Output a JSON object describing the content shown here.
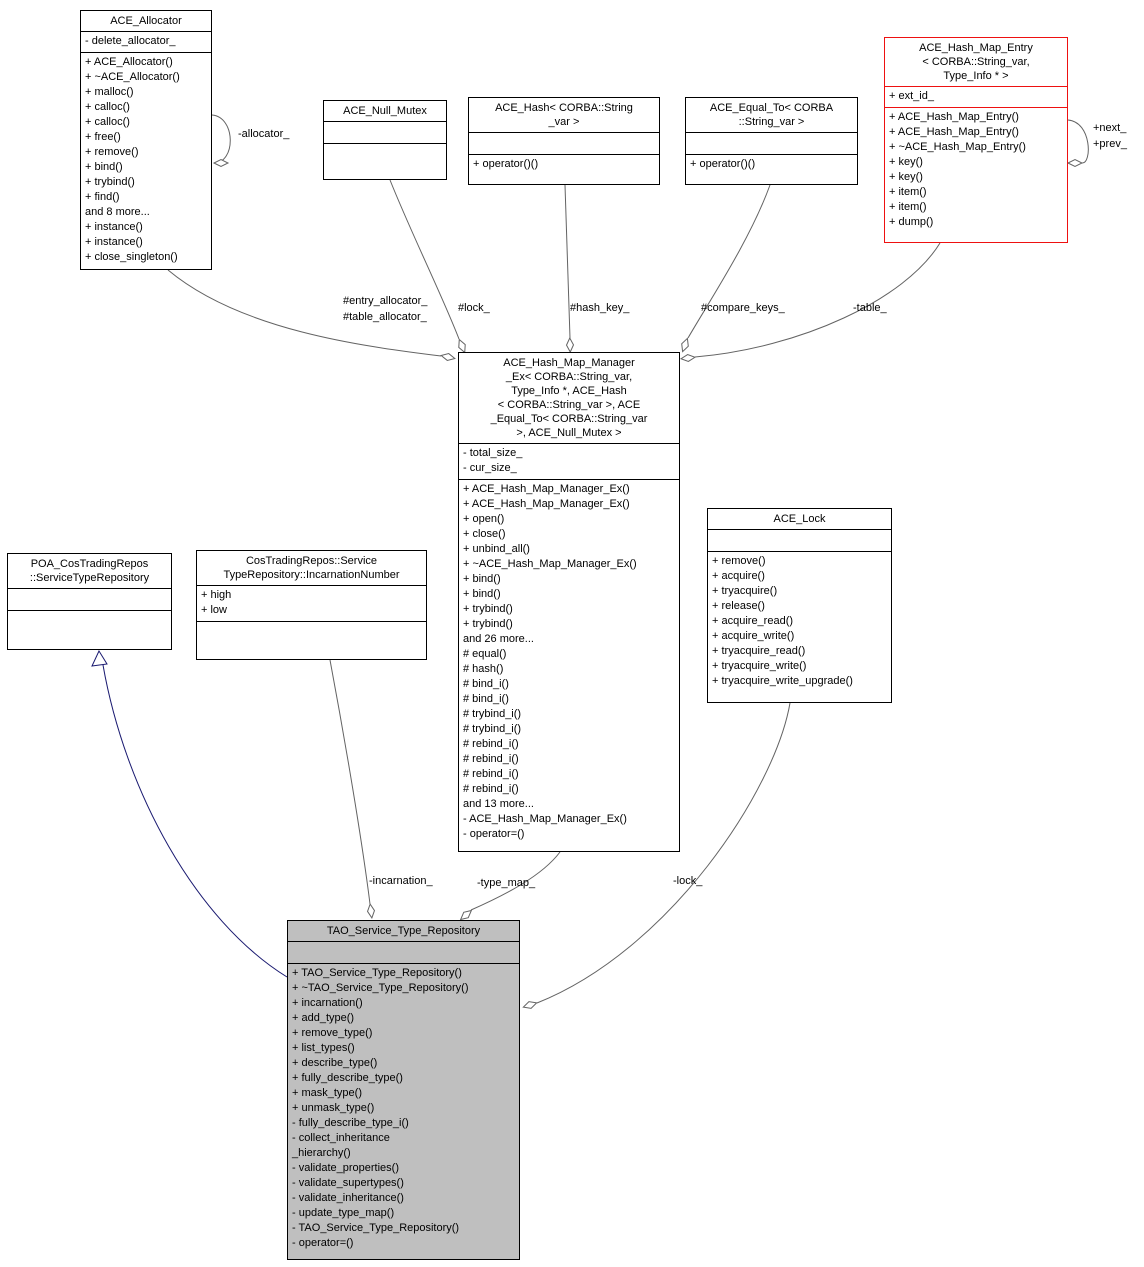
{
  "diagram": {
    "colors": {
      "node_border": "#000000",
      "highlight_node_border": "#ee1111",
      "focus_node_fill": "#bfbfbf",
      "edge": "#636363",
      "inheritance_edge": "#191970"
    },
    "classes": {
      "ace_allocator": {
        "title": "ACE_Allocator",
        "attributes": [
          "- delete_allocator_"
        ],
        "methods": [
          "+ ACE_Allocator()",
          "+ ~ACE_Allocator()",
          "+ malloc()",
          "+ calloc()",
          "+ calloc()",
          "+ free()",
          "+ remove()",
          "+ bind()",
          "+ trybind()",
          "+ find()",
          "and 8 more...",
          "+ instance()",
          "+ instance()",
          "+ close_singleton()"
        ]
      },
      "ace_null_mutex": {
        "title": "ACE_Null_Mutex",
        "attributes": [],
        "methods": []
      },
      "ace_hash": {
        "title": "ACE_Hash< CORBA::String\n_var >",
        "attributes": [],
        "methods": [
          "+ operator()()"
        ]
      },
      "ace_equal_to": {
        "title": "ACE_Equal_To< CORBA\n::String_var >",
        "attributes": [],
        "methods": [
          "+ operator()()"
        ]
      },
      "ace_hash_map_entry": {
        "title": "ACE_Hash_Map_Entry\n< CORBA::String_var,\nType_Info * >",
        "attributes": [
          "+ ext_id_"
        ],
        "methods": [
          "+ ACE_Hash_Map_Entry()",
          "+ ACE_Hash_Map_Entry()",
          "+ ~ACE_Hash_Map_Entry()",
          "+ key()",
          "+ key()",
          "+ item()",
          "+ item()",
          "+ dump()"
        ]
      },
      "ace_hash_map_manager_ex": {
        "title": "ACE_Hash_Map_Manager\n_Ex< CORBA::String_var,\nType_Info *, ACE_Hash\n< CORBA::String_var >, ACE\n_Equal_To< CORBA::String_var\n>, ACE_Null_Mutex >",
        "attributes": [
          "- total_size_",
          "- cur_size_"
        ],
        "methods": [
          "+ ACE_Hash_Map_Manager_Ex()",
          "+ ACE_Hash_Map_Manager_Ex()",
          "+ open()",
          "+ close()",
          "+ unbind_all()",
          "+ ~ACE_Hash_Map_Manager_Ex()",
          "+ bind()",
          "+ bind()",
          "+ trybind()",
          "+ trybind()",
          "and 26 more...",
          "# equal()",
          "# hash()",
          "# bind_i()",
          "# bind_i()",
          "# trybind_i()",
          "# trybind_i()",
          "# rebind_i()",
          "# rebind_i()",
          "# rebind_i()",
          "# rebind_i()",
          "and 13 more...",
          "- ACE_Hash_Map_Manager_Ex()",
          "- operator=()"
        ]
      },
      "ace_lock": {
        "title": "ACE_Lock",
        "attributes": [],
        "methods": [
          "+ remove()",
          "+ acquire()",
          "+ tryacquire()",
          "+ release()",
          "+ acquire_read()",
          "+ acquire_write()",
          "+ tryacquire_read()",
          "+ tryacquire_write()",
          "+ tryacquire_write_upgrade()"
        ]
      },
      "poa_service_type_repository": {
        "title": "POA_CosTradingRepos\n::ServiceTypeRepository",
        "attributes": [],
        "methods": []
      },
      "incarnation_number": {
        "title": "CosTradingRepos::Service\nTypeRepository::IncarnationNumber",
        "attributes": [
          "+ high",
          "+ low"
        ],
        "methods": []
      },
      "tao_service_type_repository": {
        "title": "TAO_Service_Type_Repository",
        "attributes": [],
        "methods": [
          "+ TAO_Service_Type_Repository()",
          "+ ~TAO_Service_Type_Repository()",
          "+ incarnation()",
          "+ add_type()",
          "+ remove_type()",
          "+ list_types()",
          "+ describe_type()",
          "+ fully_describe_type()",
          "+ mask_type()",
          "+ unmask_type()",
          "- fully_describe_type_i()",
          "- collect_inheritance",
          "_hierarchy()",
          "- validate_properties()",
          "- validate_supertypes()",
          "- validate_inheritance()",
          "- update_type_map()",
          "- TAO_Service_Type_Repository()",
          "- operator=()"
        ]
      }
    },
    "edge_labels": {
      "allocator": "-allocator_",
      "entry_table_allocator": "#entry_allocator_\n#table_allocator_",
      "lock": "#lock_",
      "hash_key": "#hash_key_",
      "compare_keys": "#compare_keys_",
      "table": "-table_",
      "next_prev": "+next_\n+prev_",
      "incarnation": "-incarnation_",
      "type_map": "-type_map_",
      "lock_tao": "-lock_"
    }
  }
}
